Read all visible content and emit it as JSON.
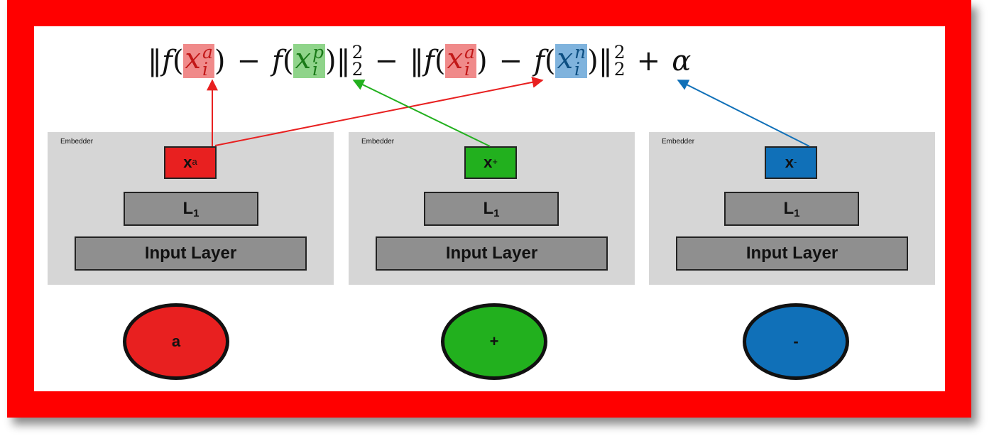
{
  "colors": {
    "frame": "#ff0000",
    "anchor": "#e82020",
    "anchor_highlight": "#f08a8a",
    "positive": "#22b01e",
    "positive_highlight": "#8fd48a",
    "negative": "#1070b8",
    "negative_highlight": "#7fb3dd",
    "panel": "#d6d6d6",
    "layer": "#8f8f8f"
  },
  "formula": {
    "open_norm_1": "‖",
    "f1": "f",
    "paren_open": "(",
    "paren_close": ")",
    "x": "x",
    "sub_i": "i",
    "sup_a": "a",
    "sup_p": "p",
    "sup_n": "n",
    "minus": "−",
    "close_norm": "‖",
    "power": "2",
    "norm_sub": "2",
    "plus": "+",
    "alpha": "α"
  },
  "panels": [
    {
      "label": "Embedder",
      "embedding_base": "x",
      "embedding_sup": "a",
      "l1_base": "L",
      "l1_sub": "1",
      "input_label": "Input Layer",
      "circle_label": "a"
    },
    {
      "label": "Embedder",
      "embedding_base": "x",
      "embedding_sup": "+",
      "l1_base": "L",
      "l1_sub": "1",
      "input_label": "Input Layer",
      "circle_label": "+"
    },
    {
      "label": "Embedder",
      "embedding_base": "x",
      "embedding_sup": "-",
      "l1_base": "L",
      "l1_sub": "1",
      "input_label": "Input Layer",
      "circle_label": "-"
    }
  ]
}
